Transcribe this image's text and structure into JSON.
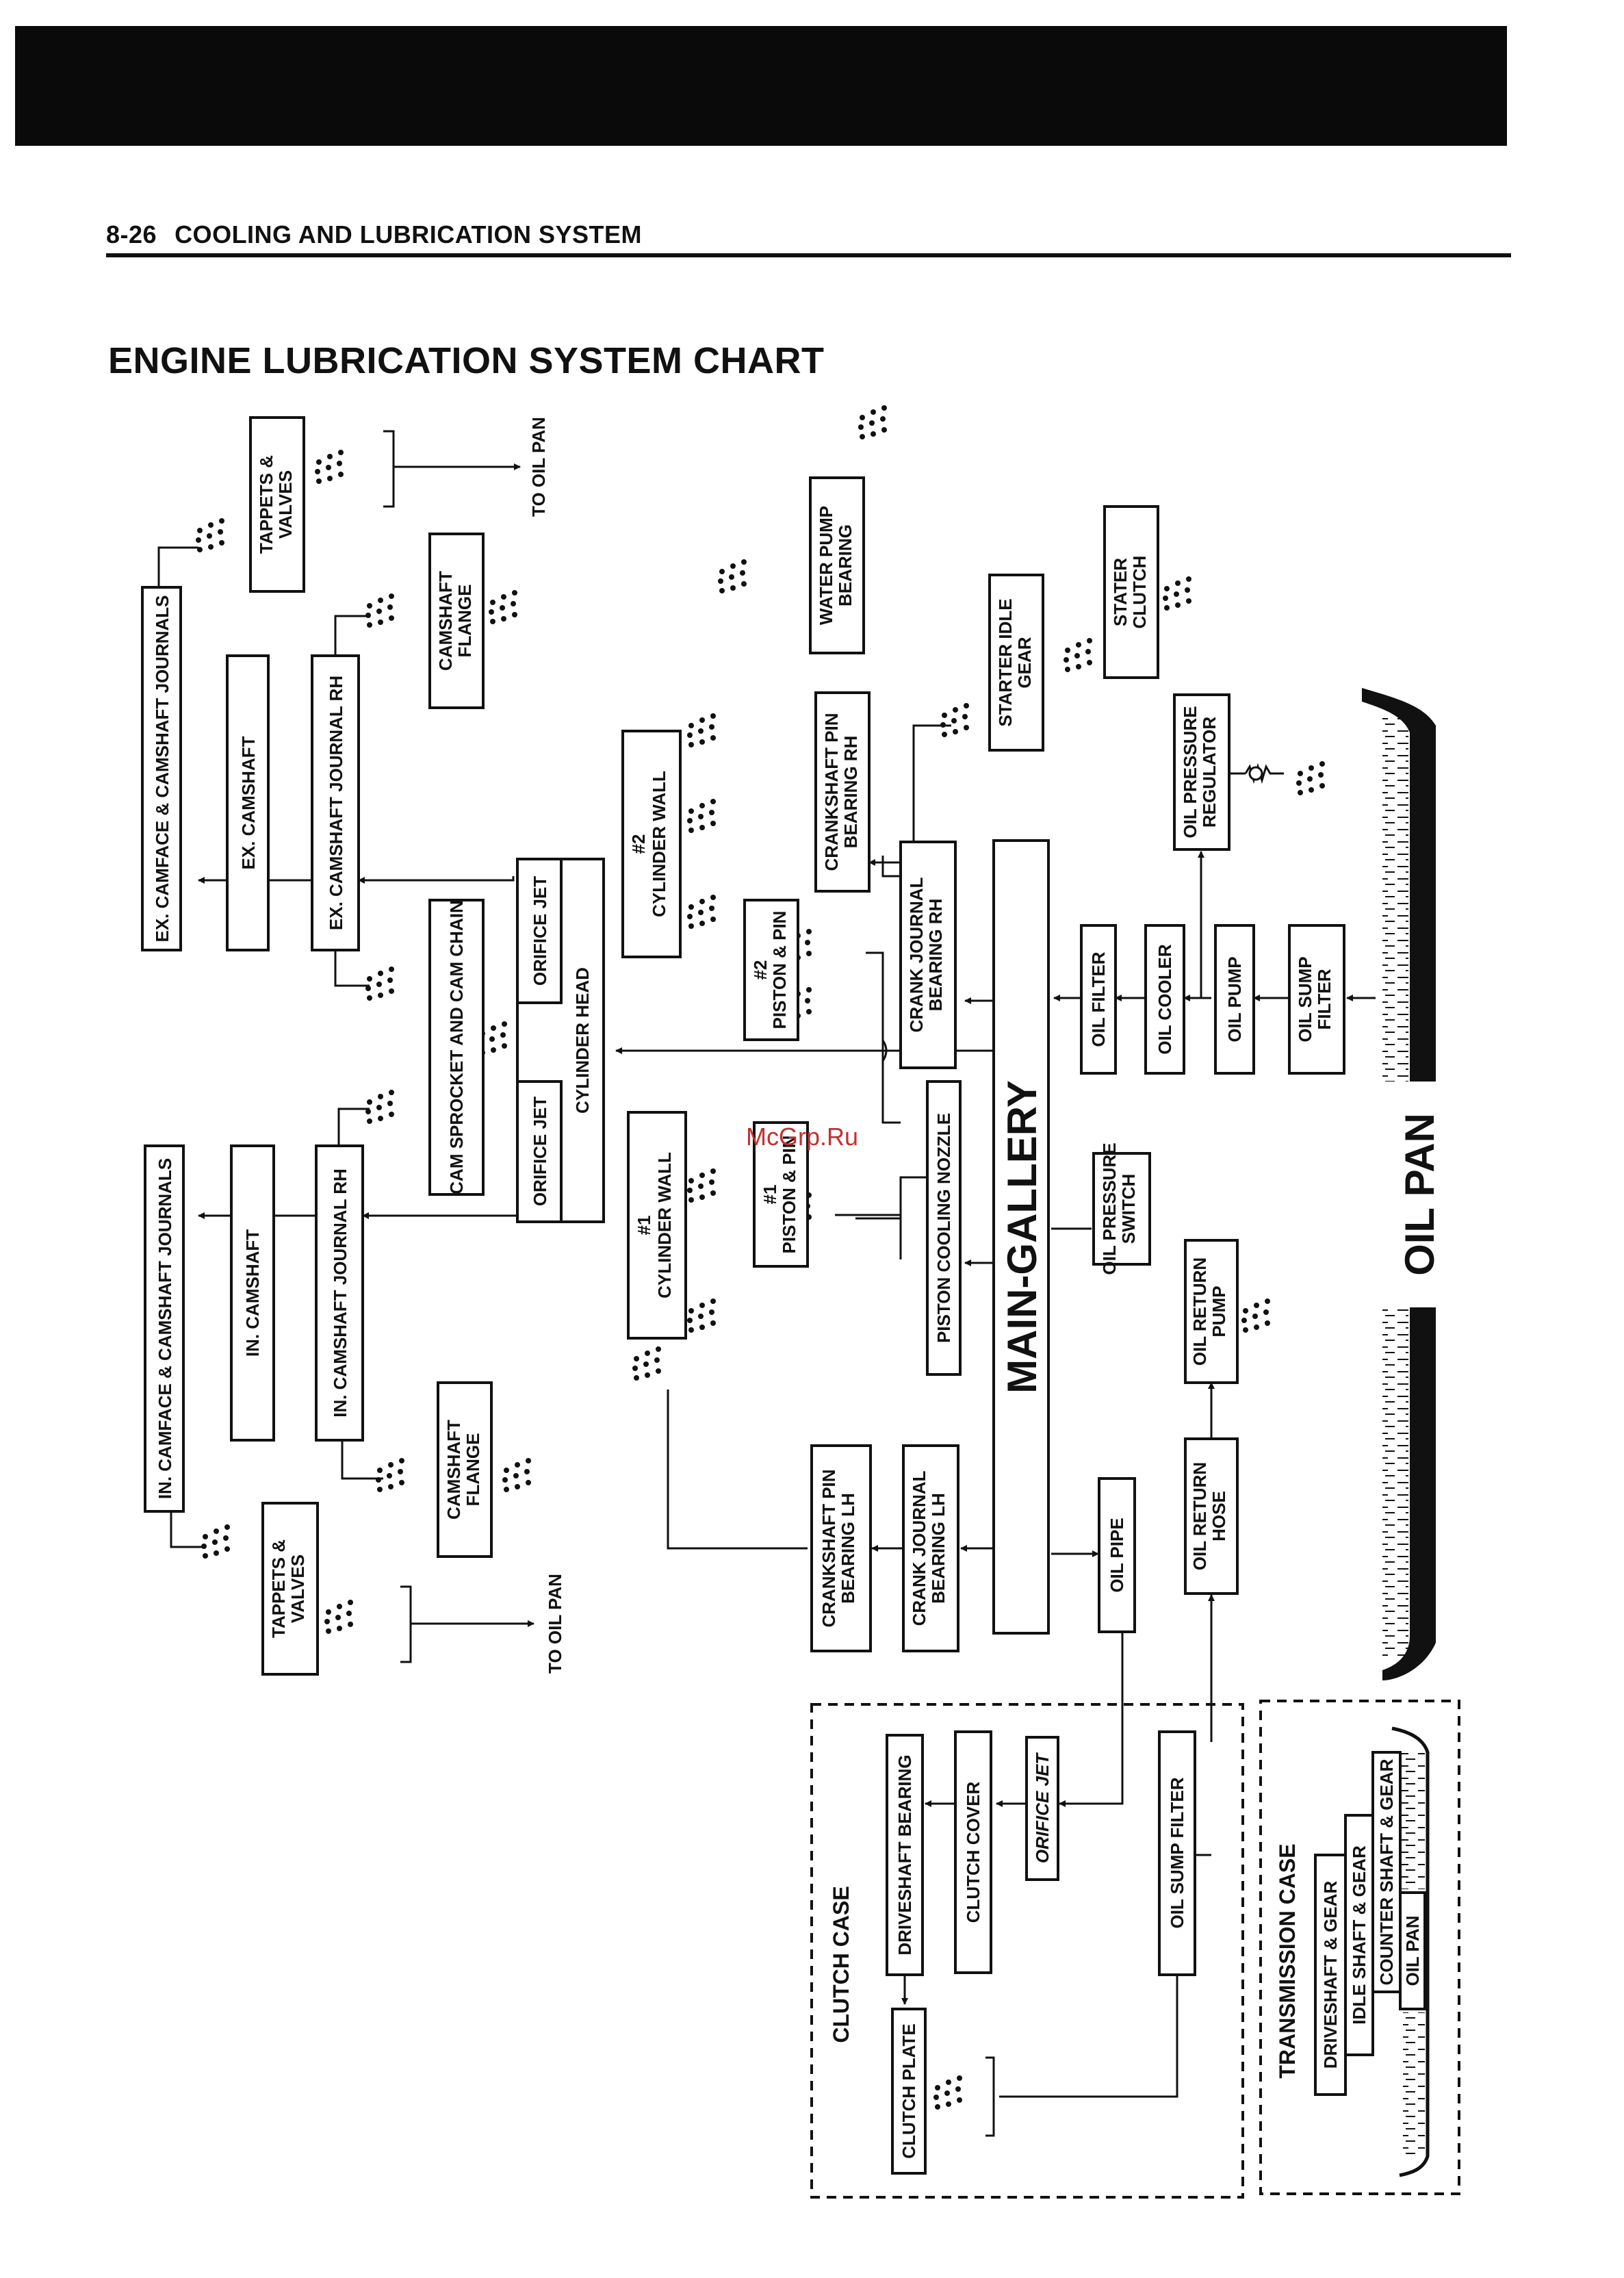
{
  "header": {
    "page_number": "8-26",
    "section": "COOLING AND LUBRICATION SYSTEM"
  },
  "title": "ENGINE LUBRICATION SYSTEM CHART",
  "watermark": "McGrp.Ru",
  "boxes": {
    "tappets_valves_top": [
      "TAPPETS &",
      "VALVES"
    ],
    "ex_camface": [
      "EX. CAMFACE & CAMSHAFT JOURNALS"
    ],
    "ex_camshaft": [
      "EX. CAMSHAFT"
    ],
    "ex_camshaft_journal": [
      "EX. CAMSHAFT JOURNAL RH"
    ],
    "camshaft_flange_top": [
      "CAMSHAFT",
      "FLANGE"
    ],
    "cam_sprocket": [
      "CAM SPROCKET AND CAM CHAIN"
    ],
    "orifice_jet_top": [
      "ORIFICE JET"
    ],
    "orifice_jet_bottom": [
      "ORIFICE JET"
    ],
    "cylinder_head": [
      "CYLINDER HEAD"
    ],
    "in_camface": [
      "IN. CAMFACE & CAMSHAFT JOURNALS"
    ],
    "in_camshaft": [
      "IN. CAMSHAFT"
    ],
    "in_camshaft_journal": [
      "IN. CAMSHAFT JOURNAL RH"
    ],
    "camshaft_flange_bottom": [
      "CAMSHAFT",
      "FLANGE"
    ],
    "tappets_valves_bottom": [
      "TAPPETS &",
      "VALVES"
    ],
    "cyl_wall_2": [
      "#2",
      "CYLINDER WALL"
    ],
    "cyl_wall_1": [
      "#1",
      "CYLINDER WALL"
    ],
    "piston_pin_2": [
      "#2",
      "PISTON & PIN"
    ],
    "piston_pin_1": [
      "#1",
      "PISTON & PIN"
    ],
    "crankshaft_pin_rh": [
      "CRANKSHAFT PIN",
      "BEARING RH"
    ],
    "crank_journal_rh": [
      "CRANK JOURNAL",
      "BEARING RH"
    ],
    "piston_cooling": [
      "PISTON COOLING NOZZLE"
    ],
    "crankshaft_pin_lh": [
      "CRANKSHAFT PIN",
      "BEARING LH"
    ],
    "crank_journal_lh": [
      "CRANK JOURNAL",
      "BEARING LH"
    ],
    "water_pump": [
      "WATER PUMP",
      "BEARING"
    ],
    "starter_idle": [
      "STARTER IDLE",
      "GEAR"
    ],
    "stater_clutch": [
      "STATER",
      "CLUTCH"
    ],
    "oil_pressure_regulator": [
      "OIL PRESSURE",
      "REGULATOR"
    ],
    "oil_filter": [
      "OIL FILTER"
    ],
    "oil_cooler": [
      "OIL COOLER"
    ],
    "oil_pump": [
      "OIL PUMP"
    ],
    "oil_sump_filter": [
      "OIL SUMP",
      "FILTER"
    ],
    "oil_pressure_switch": [
      "OIL PRESSURE",
      "SWITCH"
    ],
    "oil_return_pump": [
      "OIL RETURN",
      "PUMP"
    ],
    "oil_return_hose": [
      "OIL RETURN",
      "HOSE"
    ],
    "oil_pipe": [
      "OIL PIPE"
    ],
    "driveshaft_bearing": [
      "DRIVESHAFT BEARING"
    ],
    "clutch_cover": [
      "CLUTCH COVER"
    ],
    "orifice_jet_clutch": [
      "ORIFICE JET"
    ],
    "oil_sump_filter_clutch": [
      "OIL SUMP FILTER"
    ],
    "clutch_plate": [
      "CLUTCH PLATE"
    ],
    "driveshaft_gear": [
      "DRIVESHAFT & GEAR"
    ],
    "idle_shaft_gear": [
      "IDLE SHAFT & GEAR"
    ],
    "counter_shaft_gear": [
      "COUNTER SHAFT & GEAR"
    ],
    "oil_pan_small": [
      "OIL PAN"
    ]
  },
  "main_gallery": "MAIN-GALLERY",
  "oil_pan": "OIL PAN",
  "to_oil_pan_top": "TO OIL PAN",
  "to_oil_pan_bottom": "TO OIL PAN",
  "clutch_case": "CLUTCH CASE",
  "transmission_case": "TRANSMISSION CASE"
}
